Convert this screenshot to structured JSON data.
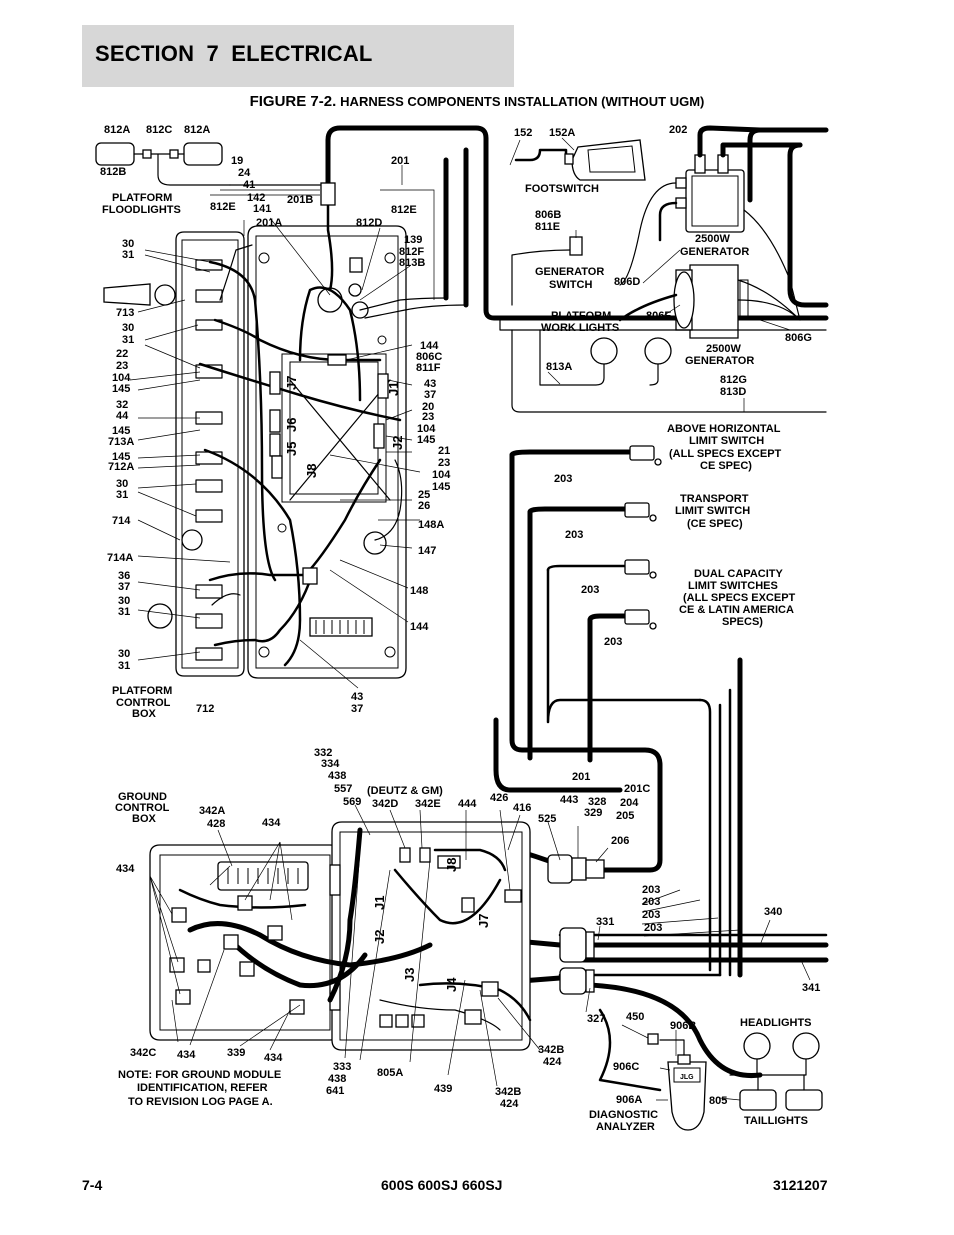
{
  "header": {
    "section": "SECTION 7   ELECTRICAL",
    "figure_number": "FIGURE 7-2.",
    "figure_caption": "HARNESS COMPONENTS INSTALLATION (WITHOUT UGM)"
  },
  "footer": {
    "page": "7-4",
    "models": "600S 600SJ 660SJ",
    "doc_number": "3121207"
  },
  "labels": {
    "l812a_1": "812A",
    "l812c": "812C",
    "l812a_2": "812A",
    "l812b": "812B",
    "l19": "19",
    "l24": "24",
    "l41": "41",
    "l142": "142",
    "l141": "141",
    "platform_flood_1": "PLATFORM",
    "platform_flood_2": "FLOODLIGHTS",
    "l812e_1": "812E",
    "l201b": "201B",
    "l201a": "201A",
    "l201_top": "201",
    "l812d": "812D",
    "l812e_2": "812E",
    "l139": "139",
    "l812f": "812F",
    "l813b": "813B",
    "l152": "152",
    "l152a": "152A",
    "footswitch": "FOOTSWITCH",
    "l202": "202",
    "l806b": "806B",
    "l811e": "811E",
    "gen_switch_1": "GENERATOR",
    "gen_switch_2": "SWITCH",
    "l806d": "806D",
    "gen_top_1": "2500W",
    "gen_top_2": "GENERATOR",
    "work_lights_1": "PLATFORM",
    "work_lights_2": "WORK LIGHTS",
    "l806f": "806F",
    "l806g": "806G",
    "gen_bot_1": "2500W",
    "gen_bot_2": "GENERATOR",
    "l813a": "813A",
    "l812g": "812G",
    "l813d": "813D",
    "l30_31_a1": "30",
    "l30_31_a2": "31",
    "l713": "713",
    "l30_31_b1": "30",
    "l30_31_b2": "31",
    "l22": "22",
    "l23_a": "23",
    "l104_a": "104",
    "l145_a": "145",
    "l32": "32",
    "l44": "44",
    "l145_b": "145",
    "l713a": "713A",
    "l145_c": "145",
    "l712a": "712A",
    "l30_31_c1": "30",
    "l30_31_c2": "31",
    "l714": "714",
    "l714a": "714A",
    "l36": "36",
    "l37_a": "37",
    "l30_31_d1": "30",
    "l30_31_d2": "31",
    "l30_31_e1": "30",
    "l30_31_e2": "31",
    "pcb_1": "PLATFORM",
    "pcb_2": "CONTROL",
    "pcb_3": "BOX",
    "l712": "712",
    "l144_a": "144",
    "l806c": "806C",
    "l811f": "811F",
    "l43_a": "43",
    "l37_b": "37",
    "l20": "20",
    "l23_b": "23",
    "l104_b": "104",
    "l145_d": "145",
    "l21": "21",
    "l23_c": "23",
    "l104_c": "104",
    "l145_e": "145",
    "l25": "25",
    "l26": "26",
    "l148a": "148A",
    "l147": "147",
    "l148": "148",
    "l144_b": "144",
    "l43_b": "43",
    "l37_c": "37",
    "j7_top": "J7",
    "j6_top": "J6",
    "j5_top": "J5",
    "j8_top": "J8",
    "j1_top": "J1",
    "j2_top": "J2",
    "above_1": "ABOVE HORIZONTAL",
    "above_2": "LIMIT SWITCH",
    "above_3": "(ALL SPECS EXCEPT",
    "above_4": "CE SPEC)",
    "l203_a": "203",
    "transport_1": "TRANSPORT",
    "transport_2": "LIMIT SWITCH",
    "transport_3": "(CE SPEC)",
    "l203_b": "203",
    "dual_1": "DUAL CAPACITY",
    "dual_2": "LIMIT SWITCHES",
    "dual_3": "(ALL SPECS EXCEPT",
    "dual_4": "CE & LATIN AMERICA",
    "dual_5": "SPECS)",
    "l203_c": "203",
    "l203_d": "203",
    "l332": "332",
    "l334": "334",
    "l438_a": "438",
    "l557": "557",
    "l569": "569",
    "deutz": "(DEUTZ & GM)",
    "l342d": "342D",
    "l342e": "342E",
    "l444": "444",
    "l426": "426",
    "l416": "416",
    "l443": "443",
    "l328": "328",
    "l329": "329",
    "l525": "525",
    "l201_mid": "201",
    "l201c": "201C",
    "l204": "204",
    "l205": "205",
    "l206": "206",
    "gcb_1": "GROUND",
    "gcb_2": "CONTROL",
    "gcb_3": "BOX",
    "l342a": "342A",
    "l428": "428",
    "l434_a": "434",
    "l434_b": "434",
    "j8_bot": "J8",
    "j1_bot": "J1",
    "j2_bot": "J2",
    "j3_bot": "J3",
    "j4_bot": "J4",
    "j7_bot": "J7",
    "l203_e": "203",
    "l203_f": "203",
    "l203_g": "203",
    "l203_h": "203",
    "l331": "331",
    "l340": "340",
    "l341": "341",
    "l327": "327",
    "l450": "450",
    "l906b": "906B",
    "headlights": "HEADLIGHTS",
    "l342c": "342C",
    "l434_c": "434",
    "l339": "339",
    "l434_d": "434",
    "l333": "333",
    "l438_b": "438",
    "l641": "641",
    "l805a": "805A",
    "l439": "439",
    "l342b_1": "342B",
    "l424_1": "424",
    "l342b_2": "342B",
    "l424_2": "424",
    "l906c": "906C",
    "l906a": "906A",
    "diag_1": "DIAGNOSTIC",
    "diag_2": "ANALYZER",
    "l805": "805",
    "taillights": "TAILLIGHTS",
    "note_1": "NOTE: FOR GROUND MODULE",
    "note_2": "IDENTIFICATION, REFER",
    "note_3": "TO REVISION LOG PAGE A.",
    "jlg_logo": "JLG"
  }
}
